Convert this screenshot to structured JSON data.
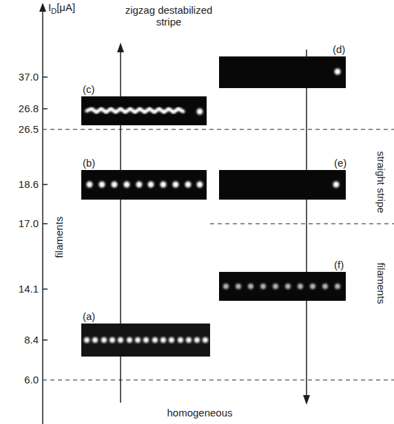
{
  "diagram": {
    "nodes": [
      {
        "text": [
          "(d)"
        ]
      },
      {
        "text": [
          "(c)"
        ]
      },
      {
        "text": [
          "(b)"
        ]
      },
      {
        "text": [
          "(e)"
        ]
      },
      {
        "text": [
          "(f)"
        ]
      },
      {
        "text": [
          "(a)"
        ]
      }
    ],
    "labels": [
      "I",
      "D",
      "[μA]",
      "zigzag destabilized stripe",
      "37.0",
      "26.8",
      "26.5",
      "18.6",
      "17.0",
      "14.1",
      "8.4",
      "6.0",
      "filaments",
      "straight stripe",
      "filaments",
      "homogeneous"
    ]
  }
}
